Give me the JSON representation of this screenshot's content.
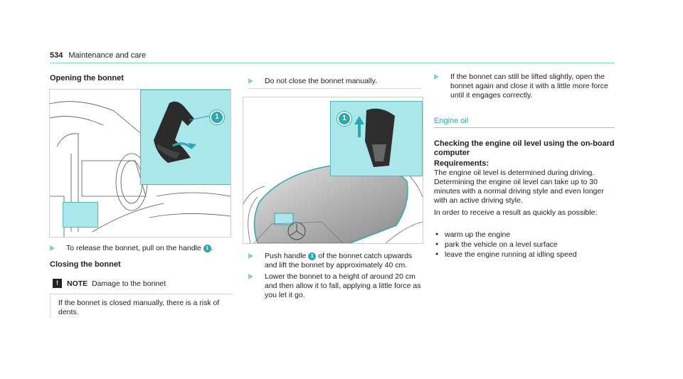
{
  "header": {
    "page_number": "534",
    "section": "Maintenance and care"
  },
  "left": {
    "heading": "Opening the bonnet",
    "figure1_callout": "1",
    "step1_before": "To release the bonnet, pull on the handle",
    "step1_badge": "1",
    "step1_after": ".",
    "closing_heading": "Closing the bonnet",
    "note_icon": "!",
    "note_label": "NOTE",
    "note_title": "Damage to the bonnet",
    "note_body": "If the bonnet is closed manually, there is a risk of dents."
  },
  "middle": {
    "step_top": "Do not close the bonnet manually.",
    "figure2_callout": "1",
    "step2_before": "Push handle",
    "step2_badge": "1",
    "step2_after": "of the bonnet catch upwards and lift the bonnet by approximately 40 cm.",
    "step3": "Lower the bonnet to a height of around 20 cm and then allow it to fall, applying a little force as you let it go."
  },
  "right": {
    "step_top": "If the bonnet can still be lifted slightly, open the bonnet again and close it with a little more force until it engages correctly.",
    "section_title": "Engine oil",
    "sub_heading": "Checking the engine oil level using the on-board computer",
    "req_label": "Requirements:",
    "req_text": "The engine oil level is determined during driving. Determining the engine oil level can take up to 30 minutes with a normal driving style and even longer with an active driving style.",
    "order_text": "In order to receive a result as quickly as possible:",
    "bullets": [
      "warm up the engine",
      "park the vehicle on a level surface",
      "leave the engine running at idling speed"
    ]
  },
  "colors": {
    "accent": "#2aa9b3",
    "inset_fill": "#a9e7ea",
    "rule": "#7fd0d6"
  }
}
